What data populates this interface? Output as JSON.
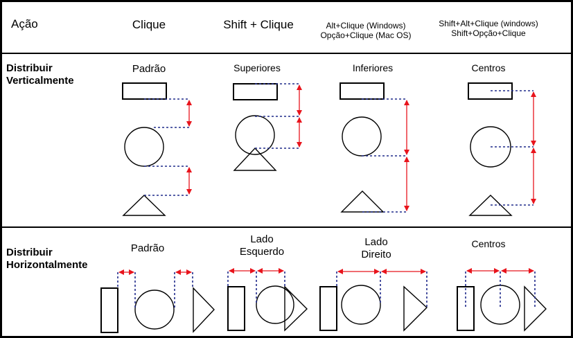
{
  "header": {
    "action": "Ação",
    "click": "Clique",
    "shift_click": "Shift + Clique",
    "alt_click": [
      "Alt+Clique (Windows)",
      "Opção+Clique (Mac OS)"
    ],
    "shift_alt_click": [
      "Shift+Alt+Clique (windows)",
      "Shift+Opção+Clique"
    ]
  },
  "vertical": {
    "title": [
      "Distribuir",
      "Verticalmente"
    ],
    "columns": [
      "Padrão",
      "Superiores",
      "Inferiores",
      "Centros"
    ]
  },
  "horizontal": {
    "title": [
      "Distribuir",
      "Horizontalmente"
    ],
    "columns": [
      [
        "Padrão"
      ],
      [
        "Lado",
        "Esquerdo"
      ],
      [
        "Lado",
        "Direito"
      ],
      [
        "Centros"
      ]
    ]
  },
  "colors": {
    "arrow": "#e8141c",
    "guide": "#1f2a8a",
    "border": "#000000"
  }
}
